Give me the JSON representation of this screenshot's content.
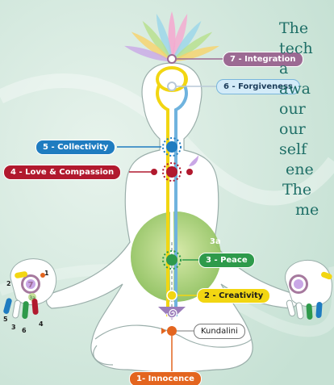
{
  "chakras": [
    {
      "id": "c1",
      "label": "1- Innocence",
      "color": "#e3651f"
    },
    {
      "id": "c2",
      "label": "2 - Creativity",
      "color": "#f2d612"
    },
    {
      "id": "c3",
      "label": "3 - Peace",
      "color": "#2e9a4b"
    },
    {
      "id": "c4",
      "label": "4 - Love & Compassion",
      "color": "#b1192e"
    },
    {
      "id": "c5",
      "label": "5 - Collectivity",
      "color": "#1f7cc0"
    },
    {
      "id": "c6",
      "label": "6 - Forgiveness",
      "color": "#bfe2f5"
    },
    {
      "id": "c7",
      "label": "7 - Integration",
      "color": "#9c6a93"
    }
  ],
  "kundalini_label": "Kundalini",
  "void_label": "3a",
  "left_hand": {
    "center_label": "7",
    "sub_label": "3a",
    "finger_numbers": [
      "1",
      "2",
      "5",
      "3",
      "6",
      "4"
    ]
  },
  "side_text_lines": [
    "The",
    "tech",
    "a",
    "awa",
    "our",
    "our",
    "self",
    "ene",
    "The",
    "me"
  ]
}
